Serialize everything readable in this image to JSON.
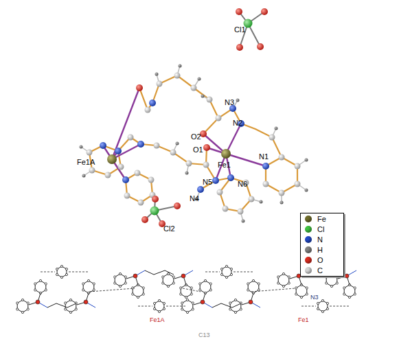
{
  "diagram": {
    "labels": [
      "Cl1",
      "N3",
      "N2",
      "O2",
      "O1",
      "Fe1",
      "N1",
      "N4",
      "N5",
      "N6",
      "Fe1A",
      "Cl2",
      "N3",
      "Fe1A",
      "Fe1",
      "C13"
    ],
    "legend": [
      {
        "text": "Fe",
        "color": "#6e6b2a"
      },
      {
        "text": "Cl",
        "color": "#3fbf3f"
      },
      {
        "text": "N",
        "color": "#2048c4"
      },
      {
        "text": "H",
        "color": "#808080"
      },
      {
        "text": "O",
        "color": "#d92b1f"
      },
      {
        "text": "C",
        "color": "#d4d4d4"
      }
    ]
  }
}
